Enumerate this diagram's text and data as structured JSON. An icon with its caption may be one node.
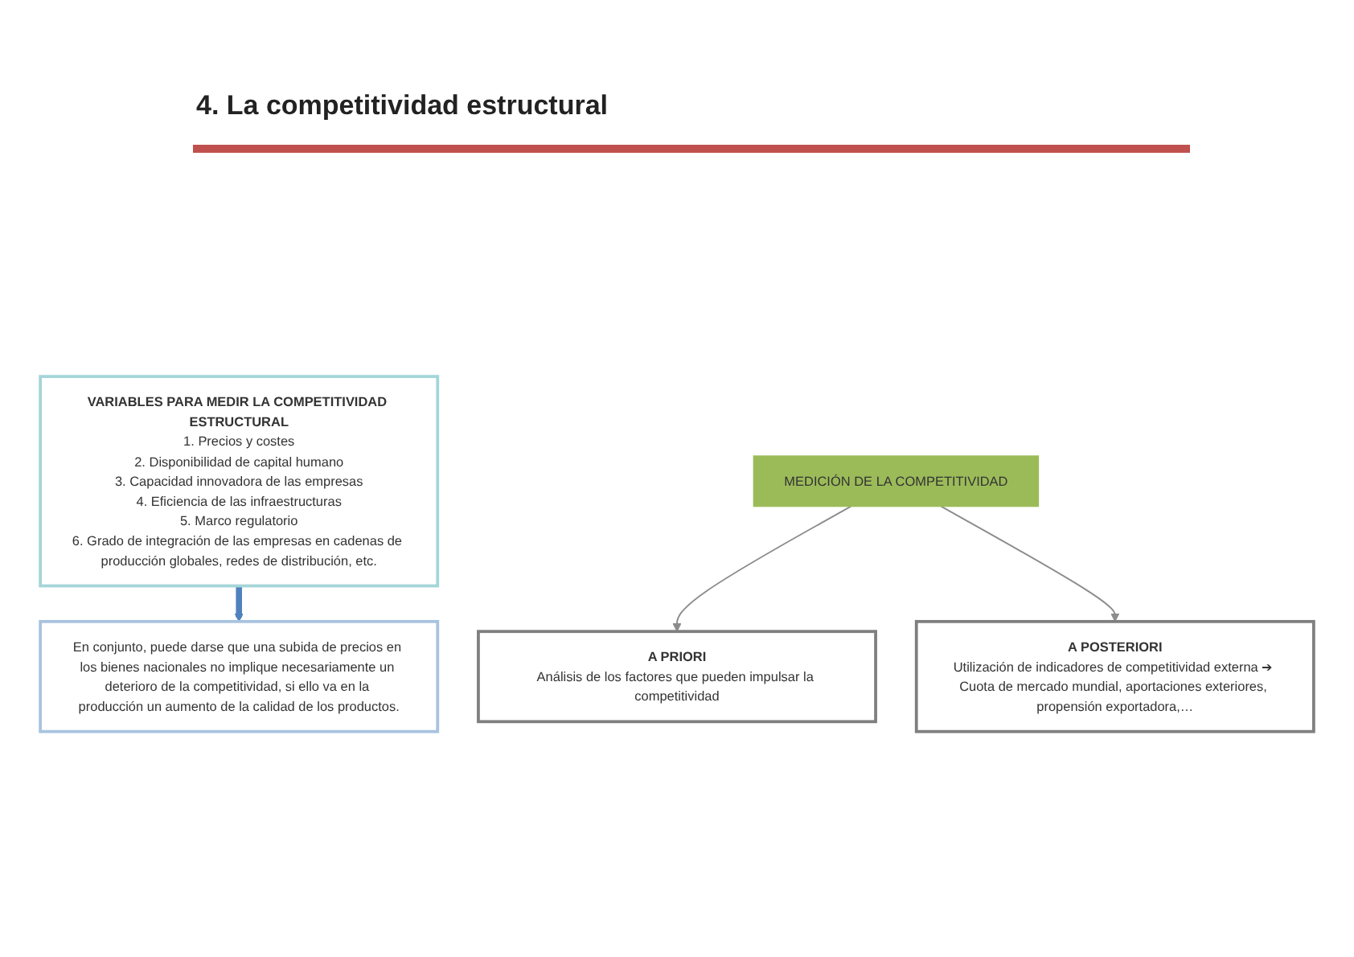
{
  "diagram": {
    "title": "4. La competitividad estructural",
    "nodes": [
      {
        "text": [
          "VARIABLES PARA MEDIR LA COMPETITIVIDAD ESTRUCTURAL",
          "1. Precios y costes",
          "2. Disponibilidad de capital humano",
          "3. Capacidad innovadora de las empresas",
          "4. Eficiencia de las infraestructuras",
          "5. Marco regulatorio",
          "6. Grado de integración de las empresas en cadenas de producción globales, redes de distribución, etc."
        ]
      },
      {
        "text": [
          "En conjunto, puede darse que una subida de precios en los bienes nacionales no implique necesariamente un deterioro de la competitividad, si ello va en la producción un aumento de la calidad de los productos."
        ]
      },
      {
        "text": [
          "MEDICIÓN DE LA COMPETITIVIDAD"
        ]
      },
      {
        "text": [
          "A PRIORI",
          "Análisis de los factores que pueden impulsar la competitividad"
        ]
      },
      {
        "text": [
          "A POSTERIORI",
          "Utilización de indicadores de competitividad externa ➔ Cuota de mercado mundial, aportaciones exteriores, propensión exportadora,…"
        ]
      }
    ],
    "edges": [
      {
        "from": 0,
        "to": 1,
        "arrow": "to",
        "style": "thick",
        "color": "#4f81bd"
      },
      {
        "from": 2,
        "to": 3,
        "arrow": "to"
      },
      {
        "from": 2,
        "to": 4,
        "arrow": "to"
      }
    ]
  }
}
